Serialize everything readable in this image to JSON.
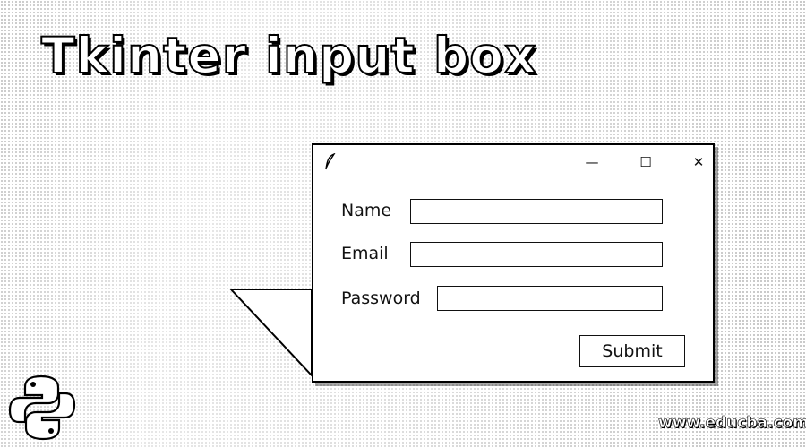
{
  "banner": {
    "title": "Tkinter input box",
    "watermark": "www.educba.com"
  },
  "window": {
    "icon": "tk-feather-icon",
    "controls": {
      "minimize": "—",
      "maximize": "☐",
      "close": "✕"
    }
  },
  "form": {
    "name_label": "Name",
    "email_label": "Email",
    "password_label": "Password",
    "name_value": "",
    "email_value": "",
    "password_value": "",
    "submit_label": "Submit"
  },
  "icons": {
    "python": "python-logo"
  }
}
